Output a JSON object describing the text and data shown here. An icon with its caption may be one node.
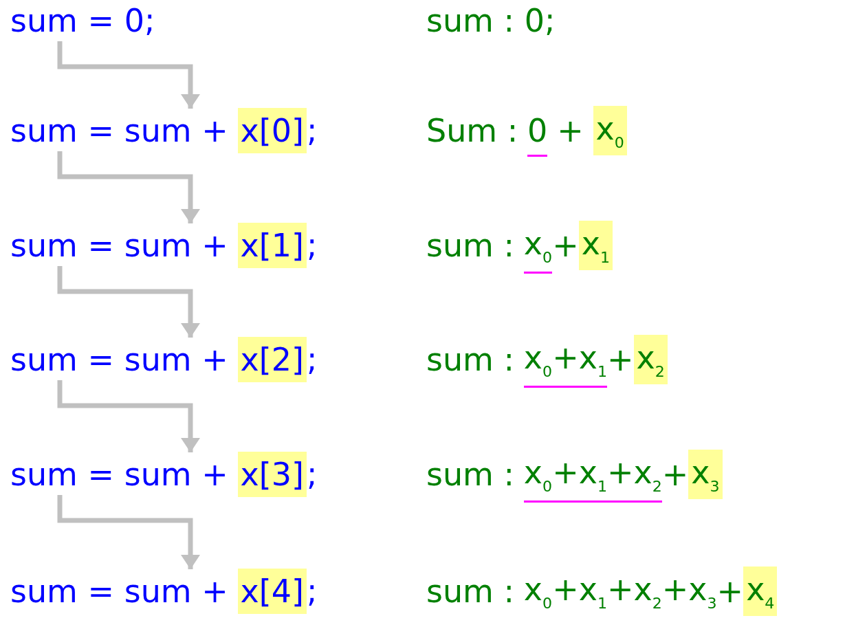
{
  "diagram": {
    "nodes": [
      {
        "text": [
          "sum = 0;"
        ]
      },
      {
        "text": [
          "sum = sum +",
          "x[0]",
          ";"
        ]
      },
      {
        "text": [
          "sum = sum +",
          "x[1]",
          ";"
        ]
      },
      {
        "text": [
          "sum = sum +",
          "x[2]",
          ";"
        ]
      },
      {
        "text": [
          "sum = sum +",
          "x[3]",
          ";"
        ]
      },
      {
        "text": [
          "sum = sum +",
          "x[4]",
          ";"
        ]
      }
    ],
    "edges": [
      {
        "from": 0,
        "to": 1,
        "arrow": "to"
      },
      {
        "from": 1,
        "to": 2,
        "arrow": "to"
      },
      {
        "from": 2,
        "to": 3,
        "arrow": "to"
      },
      {
        "from": 3,
        "to": 4,
        "arrow": "to"
      },
      {
        "from": 4,
        "to": 5,
        "arrow": "to"
      }
    ],
    "labels": [
      "sum : 0;",
      "Sum :",
      "0",
      "+",
      "x$_{0}$",
      "sum :",
      "x$_{0}$",
      "+",
      "x$_{1}$",
      "sum :",
      "x$_{0}$+x$_{1}$",
      "+",
      "x$_{2}$",
      "sum :",
      "x$_{0}$+x$_{1}$+x$_{2}$",
      "+",
      "x$_{3}$",
      "sum :",
      "x$_{0}$+x$_{1}$+x$_{2}$+x$_{3}$",
      "+",
      "x$_{4}$"
    ]
  }
}
